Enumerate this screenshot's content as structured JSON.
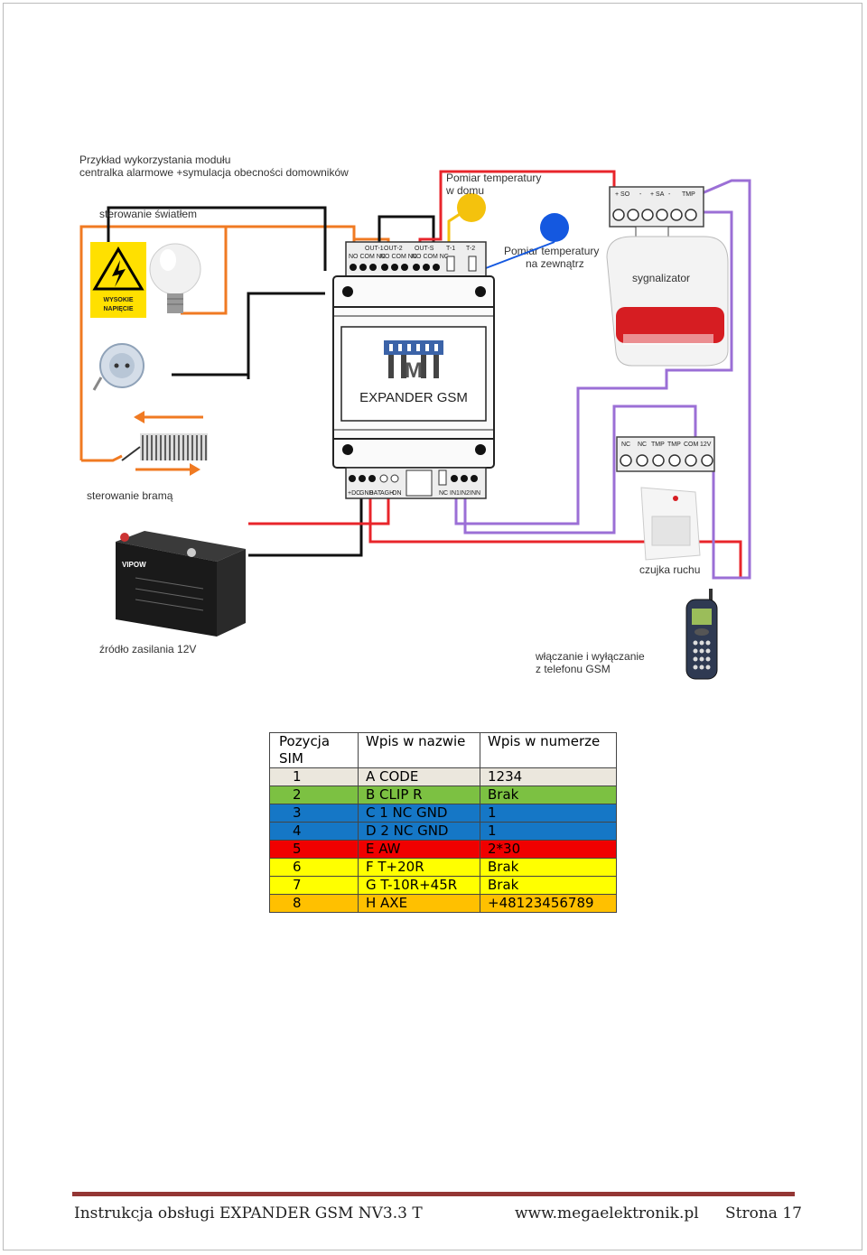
{
  "diagram": {
    "title_line1": "Przykład wykorzystania modułu",
    "title_line2": "centralka alarmowe +symulacja obecności domowników",
    "light_control": "sterowanie światłem",
    "warning_sign_line1": "WYSOKIE",
    "warning_sign_line2": "NAPIĘCIE",
    "gate_control": "sterowanie bramą",
    "power_source": "źródło zasilania 12V",
    "temp_home_line1": "Pomiar temperatury",
    "temp_home_line2": "w domu",
    "temp_outside_line1": "Pomiar temperatury",
    "temp_outside_line2": "na zewnątrz",
    "siren": "sygnalizator",
    "motion_sensor": "czujka ruchu",
    "gsm_line1": "włączanie i wyłączanie",
    "gsm_line2": "z  telefonu GSM",
    "module_name": "EXPANDER GSM",
    "module_logo": "M",
    "top_terminals": [
      "OUT-1",
      "OUT-2",
      "OUT-S",
      "T-1",
      "T-2"
    ],
    "top_terminal_sub": "NO COM NC",
    "bottom_terminals": [
      "+DC",
      "GND",
      "BAT",
      "AGH",
      "ON",
      "NC",
      "IN1",
      "IN2",
      "INN"
    ],
    "siren_terminals": [
      "+ SO",
      "-",
      "+ SA",
      "-",
      "TMP"
    ],
    "sensor_terminals": [
      "NC",
      "NC",
      "TMP",
      "TMP",
      "COM",
      "12V"
    ],
    "battery_brand": "VIPOW"
  },
  "table": {
    "headers": [
      "Pozycja SIM",
      "Wpis w nazwie",
      "Wpis w numerze"
    ],
    "rows": [
      {
        "pos": "1",
        "name": "A CODE",
        "number": "1234"
      },
      {
        "pos": "2",
        "name": "B CLIP R",
        "number": "Brak"
      },
      {
        "pos": "3",
        "name": "C 1 NC GND",
        "number": "1"
      },
      {
        "pos": "4",
        "name": "D 2 NC GND",
        "number": "1"
      },
      {
        "pos": "5",
        "name": "E AW",
        "number": "2*30"
      },
      {
        "pos": "6",
        "name": "F T+20R",
        "number": "Brak"
      },
      {
        "pos": "7",
        "name": "G T-10R+45R",
        "number": "Brak"
      },
      {
        "pos": "8",
        "name": "H AXE",
        "number": "+48123456789"
      }
    ]
  },
  "footer": {
    "left": "Instrukcja obsługi EXPANDER GSM NV3.3 T",
    "center": "www.megaelektronik.pl",
    "right": "Strona 17"
  },
  "colors": {
    "wire_orange": "#f07a22",
    "wire_red": "#e8252b",
    "wire_purple": "#9b6fd6",
    "wire_black": "#111111",
    "wire_yellow": "#f4c20d",
    "footer_rule": "#943634"
  }
}
